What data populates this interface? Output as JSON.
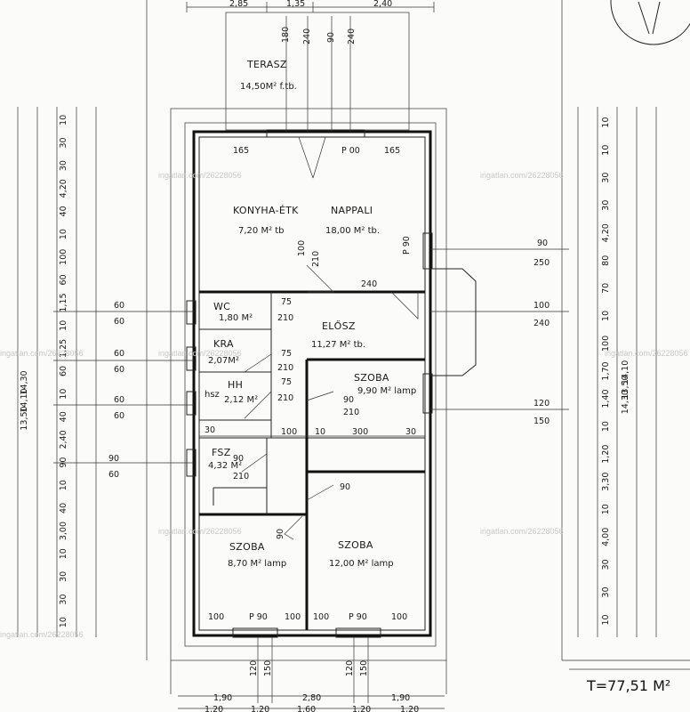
{
  "terrace": {
    "name": "TERASZ",
    "area": "14,50M² f.tb."
  },
  "rooms": [
    {
      "id": "konyha",
      "name": "KONYHA-ÉTK",
      "area": "7,20 M² tb"
    },
    {
      "id": "nappali",
      "name": "NAPPALI",
      "area": "18,00 M² tb."
    },
    {
      "id": "wc",
      "name": "WC",
      "area": "1,80 M²"
    },
    {
      "id": "elosz",
      "name": "ELŐSZ",
      "area": "11,27 M² tb."
    },
    {
      "id": "kra",
      "name": "KRA",
      "area": "2,07M²"
    },
    {
      "id": "szoba1",
      "name": "SZOBA",
      "area": "9,90 M² lamp"
    },
    {
      "id": "hh",
      "name": "HH",
      "area": "2,12 M²"
    },
    {
      "id": "hsz",
      "name": "hsz",
      "area": ""
    },
    {
      "id": "fsz",
      "name": "FSZ",
      "area": "4,32 M²"
    },
    {
      "id": "szoba2",
      "name": "SZOBA",
      "area": "8,70 M² lamp"
    },
    {
      "id": "szoba3",
      "name": "SZOBA",
      "area": "12,00 M² lamp"
    }
  ],
  "total": "T=77,51 M²",
  "watermark": "ingatlan.com/26228056",
  "dims": {
    "top": [
      "2,85",
      "1,35",
      "2,40"
    ],
    "terrace_dims": [
      "180",
      "240",
      "90",
      "240"
    ],
    "openings": [
      "165",
      "P 00",
      "165"
    ],
    "right_openings": [
      "90",
      "250",
      "100",
      "240",
      "120",
      "150"
    ],
    "left_openings": [
      "60",
      "60",
      "60",
      "60",
      "60",
      "60",
      "90",
      "60"
    ],
    "inner": [
      "100",
      "210",
      "240",
      "75",
      "210",
      "75",
      "210",
      "75",
      "210",
      "90",
      "210",
      "30",
      "100",
      "10",
      "300",
      "30",
      "90",
      "210",
      "90",
      "100",
      "P 90",
      "100",
      "100",
      "P 90",
      "100",
      "90",
      "P 90"
    ],
    "bottom": [
      "1,90",
      "2,80",
      "1,90"
    ],
    "bottom2": [
      "120",
      "150",
      "120",
      "150"
    ],
    "bottom3": [
      "1,20",
      "1,20",
      "1,60",
      "1,20",
      "1,20"
    ],
    "left_chain_a": [
      "10",
      "30",
      "30",
      "4,20",
      "40",
      "10",
      "100",
      "60",
      "1,15",
      "10",
      "1,25",
      "60",
      "10",
      "40",
      "2,40",
      "90",
      "10",
      "40",
      "3,00",
      "10",
      "30",
      "30",
      "10"
    ],
    "left_chain_b": [
      "14,30",
      "14,10",
      "13,50"
    ],
    "right_chain_a": [
      "10",
      "10",
      "30",
      "30",
      "4,20",
      "80",
      "70",
      "10",
      "100",
      "1,70",
      "1,40",
      "10",
      "1,20",
      "3,30",
      "10",
      "4,00",
      "30",
      "30",
      "10"
    ],
    "right_chain_b": [
      "14,10",
      "13,50",
      "14,30"
    ]
  }
}
